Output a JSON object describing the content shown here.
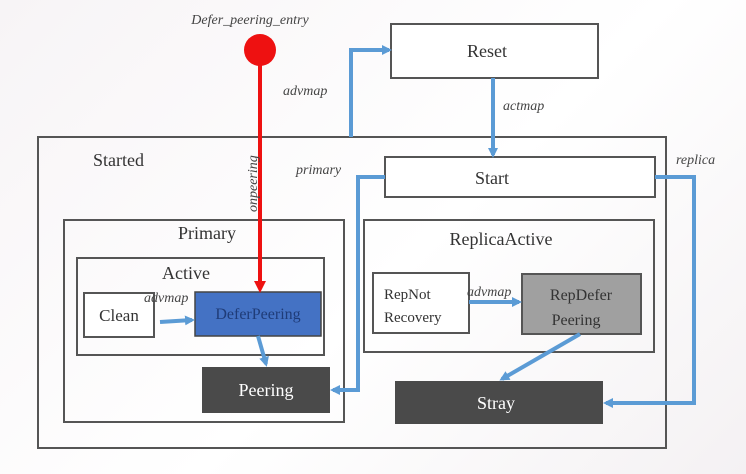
{
  "entry": {
    "label": "Defer_peering_entry",
    "color": "#ee1111"
  },
  "states": {
    "reset": "Reset",
    "started": "Started",
    "start": "Start",
    "primary": "Primary",
    "active": "Active",
    "clean": "Clean",
    "defer_peering": "DeferPeering",
    "peering": "Peering",
    "replica_active": "ReplicaActive",
    "rep_not_recovery_l1": "RepNot",
    "rep_not_recovery_l2": "Recovery",
    "rep_defer_peering_l1": "RepDefer",
    "rep_defer_peering_l2": "Peering",
    "stray": "Stray"
  },
  "edges": {
    "advmap_reset": "advmap",
    "actmap": "actmap",
    "onpeering": "onpeering",
    "primary": "primary",
    "replica": "replica",
    "advmap_clean": "advmap",
    "advmap_rep": "advmap"
  },
  "colors": {
    "arrow": "#5b9bd5",
    "entry_arrow": "#ee1111",
    "box_border": "#555555",
    "dark_fill": "#4a4a4a",
    "defer_fill": "#4472c4",
    "defer_text": "#1f3c78",
    "grey_fill": "#a0a0a0"
  }
}
